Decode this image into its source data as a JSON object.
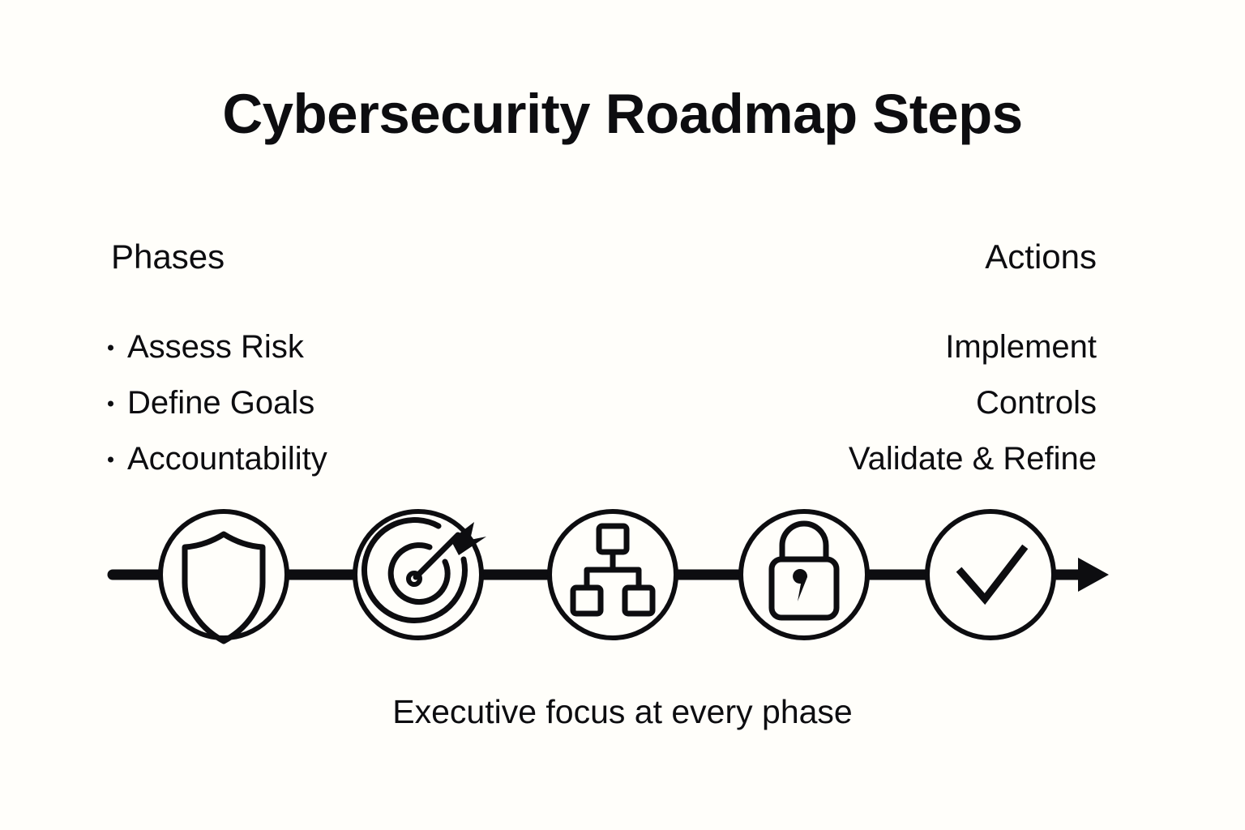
{
  "title": "Cybersecurity Roadmap Steps",
  "columns": {
    "left": {
      "heading": "Phases",
      "items": [
        {
          "label": "Assess Risk"
        },
        {
          "label": "Define Goals"
        },
        {
          "label": "Accountability"
        }
      ]
    },
    "right": {
      "heading": "Actions",
      "items": [
        {
          "label": "Implement"
        },
        {
          "label": "Controls"
        },
        {
          "label": "Validate & Refine"
        }
      ]
    }
  },
  "timeline": {
    "steps": [
      {
        "icon": "shield-icon"
      },
      {
        "icon": "target-arrow-icon"
      },
      {
        "icon": "hierarchy-icon"
      },
      {
        "icon": "padlock-icon"
      },
      {
        "icon": "checkmark-icon"
      }
    ],
    "arrow": "arrow-right-icon"
  },
  "caption": "Executive focus at every phase",
  "colors": {
    "background": "#fffefa",
    "ink": "#0d0d10"
  }
}
